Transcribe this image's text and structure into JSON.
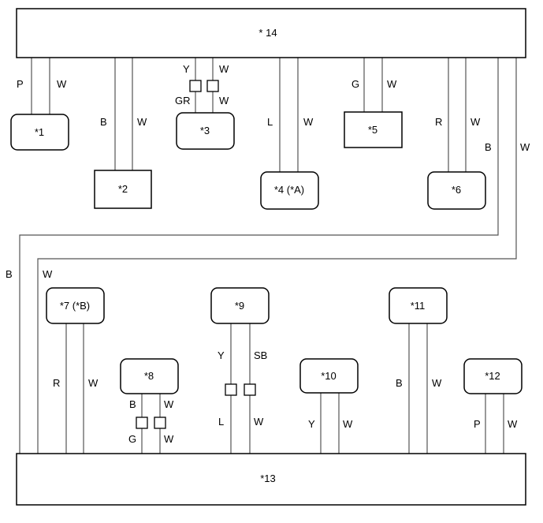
{
  "components": {
    "c1": "*1",
    "c2": "*2",
    "c3": "*3",
    "c4": "*4 (*A)",
    "c5": "*5",
    "c6": "*6",
    "c7": "*7 (*B)",
    "c8": "*8",
    "c9": "*9",
    "c10": "*10",
    "c11": "*11",
    "c12": "*12",
    "c13": "*13",
    "c14": "* 14"
  },
  "wires": {
    "c1_a": "P",
    "c1_b": "W",
    "c2_a": "B",
    "c2_b": "W",
    "c3_a_top": "Y",
    "c3_b_top": "W",
    "c3_a_bot": "GR",
    "c3_b_bot": "W",
    "c4_a": "L",
    "c4_b": "W",
    "c5_a": "G",
    "c5_b": "W",
    "c6_a": "R",
    "c6_b": "W",
    "bus_a_right": "B",
    "bus_b_right": "W",
    "bus_a_left": "B",
    "bus_b_left": "W",
    "c7_a": "R",
    "c7_b": "W",
    "c8_a_top": "B",
    "c8_b_top": "W",
    "c8_a_bot": "G",
    "c8_b_bot": "W",
    "c9_a_top": "Y",
    "c9_b_top": "SB",
    "c9_a_bot": "L",
    "c9_b_bot": "W",
    "c10_a": "Y",
    "c10_b": "W",
    "c11_a": "B",
    "c11_b": "W",
    "c12_a": "P",
    "c12_b": "W"
  }
}
